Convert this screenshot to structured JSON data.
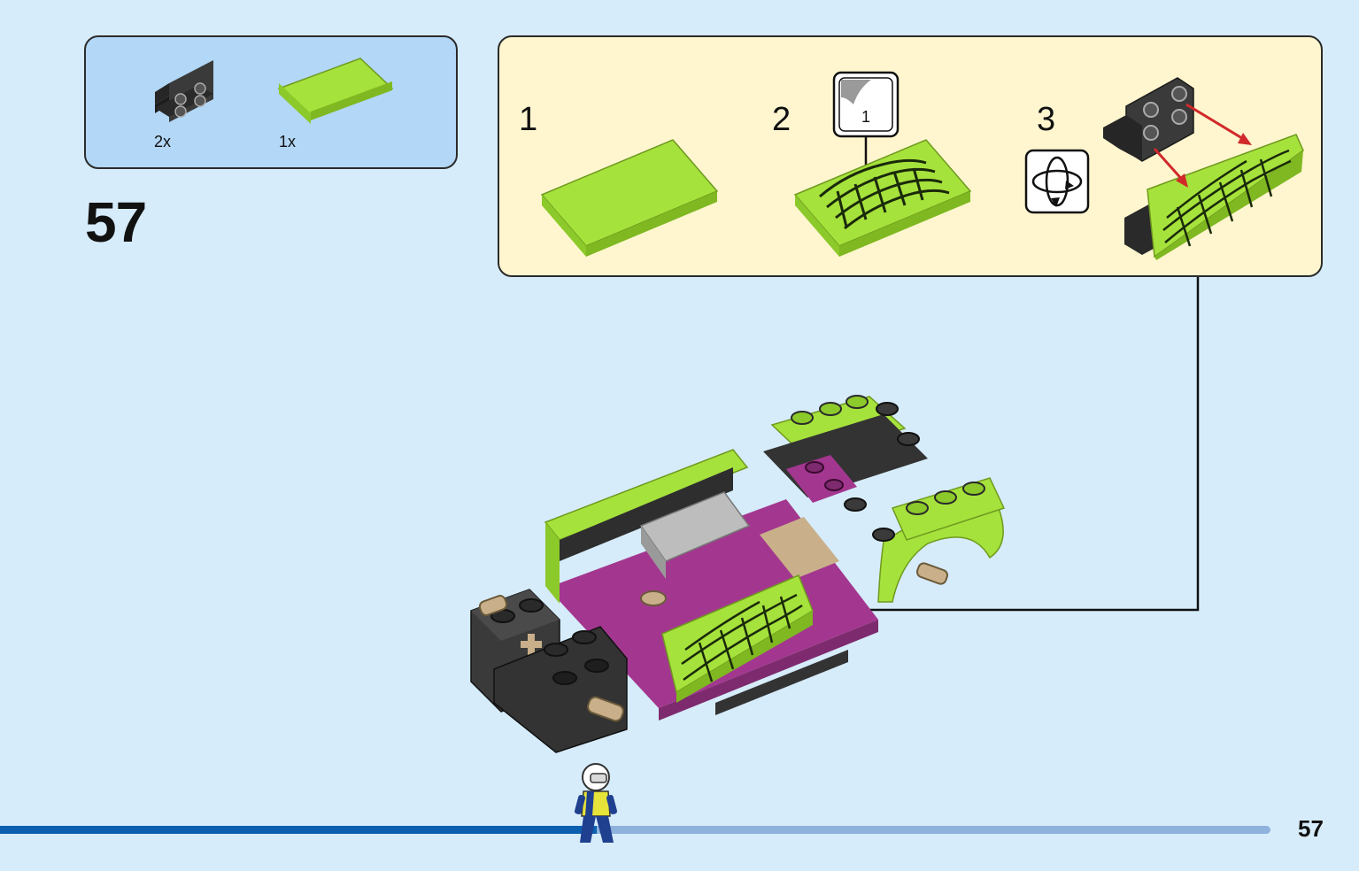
{
  "parts_list": {
    "items": [
      {
        "name": "black-angle-bracket",
        "quantity": "2x",
        "color": "#2d2d2d"
      },
      {
        "name": "lime-curved-slope",
        "quantity": "1x",
        "color": "#a6e23c"
      }
    ]
  },
  "step": {
    "number": "57"
  },
  "subassembly": {
    "steps": [
      {
        "label": "1"
      },
      {
        "label": "2",
        "sticker_number": "1"
      },
      {
        "label": "3",
        "icon": "rotate-model-icon"
      }
    ]
  },
  "colors": {
    "page_background": "#d6ecfb",
    "parts_background": "#b3d7f6",
    "subassembly_background": "#fff6cf",
    "lime": "#a6e23c",
    "magenta": "#a3378f",
    "dark_grey": "#3a3a3a",
    "arrow_red": "#d1292a"
  },
  "footer": {
    "page_number": "57",
    "progress": 0.47
  }
}
